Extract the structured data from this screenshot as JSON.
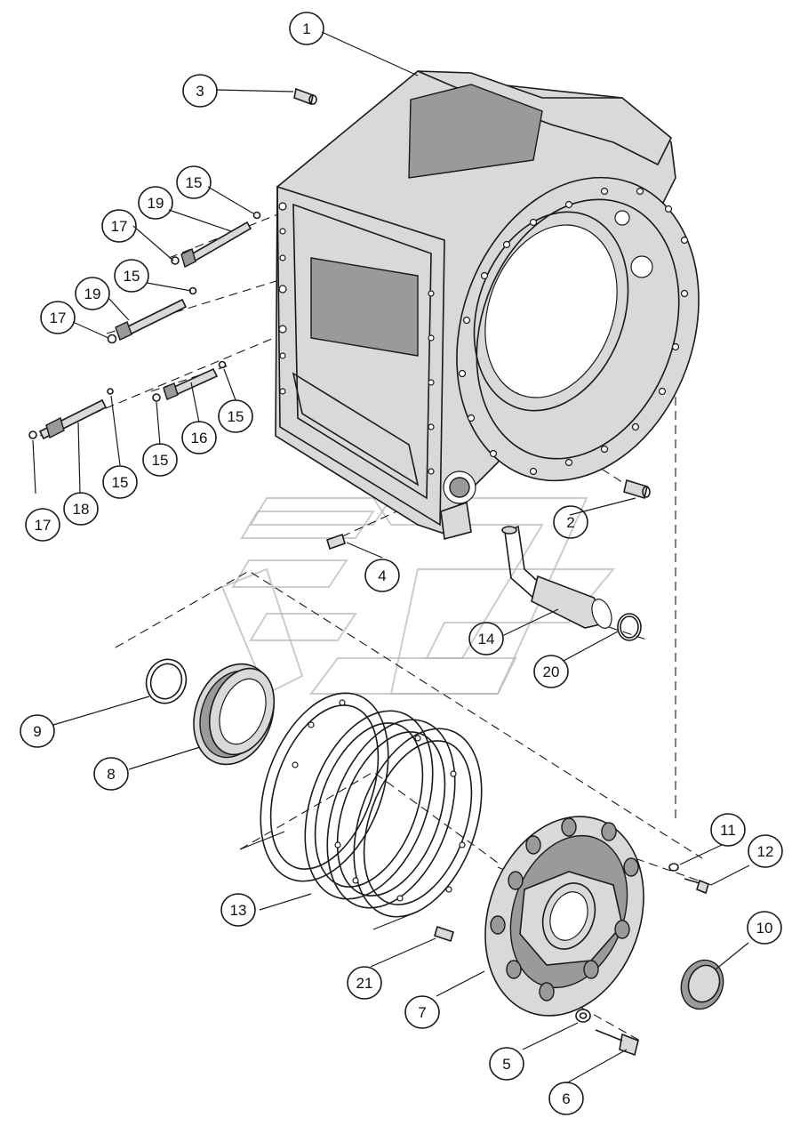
{
  "callouts": [
    {
      "id": "c1",
      "label": "1"
    },
    {
      "id": "c2",
      "label": "2"
    },
    {
      "id": "c3",
      "label": "3"
    },
    {
      "id": "c4",
      "label": "4"
    },
    {
      "id": "c5",
      "label": "5"
    },
    {
      "id": "c6",
      "label": "6"
    },
    {
      "id": "c7",
      "label": "7"
    },
    {
      "id": "c8",
      "label": "8"
    },
    {
      "id": "c9",
      "label": "9"
    },
    {
      "id": "c10",
      "label": "10"
    },
    {
      "id": "c11",
      "label": "11"
    },
    {
      "id": "c12",
      "label": "12"
    },
    {
      "id": "c13",
      "label": "13"
    },
    {
      "id": "c14",
      "label": "14"
    },
    {
      "id": "c15a",
      "label": "15"
    },
    {
      "id": "c15b",
      "label": "15"
    },
    {
      "id": "c15c",
      "label": "15"
    },
    {
      "id": "c15d",
      "label": "15"
    },
    {
      "id": "c15e",
      "label": "15"
    },
    {
      "id": "c16",
      "label": "16"
    },
    {
      "id": "c17a",
      "label": "17"
    },
    {
      "id": "c17b",
      "label": "17"
    },
    {
      "id": "c17c",
      "label": "17"
    },
    {
      "id": "c18",
      "label": "18"
    },
    {
      "id": "c19a",
      "label": "19"
    },
    {
      "id": "c19b",
      "label": "19"
    },
    {
      "id": "c20",
      "label": "20"
    },
    {
      "id": "c21",
      "label": "21"
    }
  ],
  "colors": {
    "line": "#1a1a1a",
    "shade": "#d9d9d9",
    "dark_shade": "#9a9a9a",
    "watermark": "#b7b7b7"
  }
}
